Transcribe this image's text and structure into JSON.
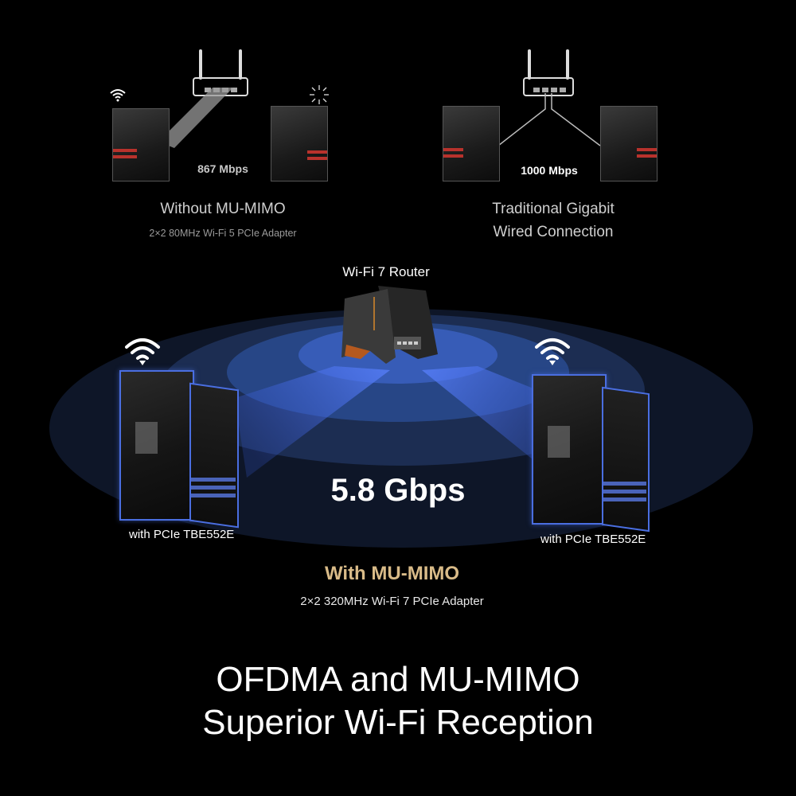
{
  "top_left_panel": {
    "speed": "867 Mbps",
    "title": "Without MU-MIMO",
    "subtitle": "2×2 80MHz Wi-Fi 5 PCIe Adapter",
    "icons": [
      "wifi-icon",
      "no-signal-icon",
      "router-icon"
    ]
  },
  "top_right_panel": {
    "speed": "1000 Mbps",
    "title_line1": "Traditional Gigabit",
    "title_line2": "Wired Connection",
    "icons": [
      "router-icon"
    ]
  },
  "main_diagram": {
    "router_label": "Wi-Fi 7 Router",
    "speed": "5.8 Gbps",
    "left_pc_label": "with PCIe TBE552E",
    "right_pc_label": "with PCIe TBE552E",
    "title": "With MU-MIMO",
    "subtitle": "2×2 320MHz Wi-Fi 7 PCIe Adapter",
    "colors": {
      "accent_gold": "#d9bb88",
      "signal_blue": "#3b60c0",
      "outline_blue": "#4a6ee0",
      "ellipse_dark": "#0e1628"
    }
  },
  "headline": {
    "line1": "OFDMA and MU-MIMO",
    "line2": "Superior Wi-Fi Reception"
  }
}
